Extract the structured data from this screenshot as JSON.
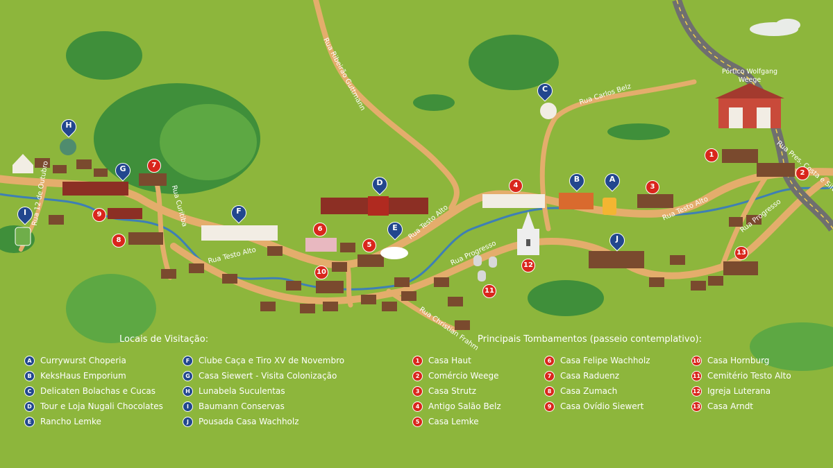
{
  "colors": {
    "grass": "#8db63c",
    "road": "#e4ad6c",
    "river": "#3e7fb5",
    "highway": "#6f6f6f",
    "hill_dark": "#3f8f3a",
    "hill_light": "#5da843",
    "pin_blue": "#22478e",
    "marker_red": "#d9261c",
    "cloud": "#e9ece8",
    "text": "#ffffff"
  },
  "map": {
    "roads": [
      "Rua Ribeirão Guttmann",
      "Rua Carlos Belz",
      "Rua Pres. Costa e Silva",
      "Rua Testo Alto",
      "Rua Testo Alto",
      "Rua Testo Alto",
      "Rua Progresso",
      "Rua Progresso",
      "Rua Curitiba",
      "Rua Christian Frahm",
      "Rua 12 de Outubro"
    ],
    "portico_label": "Pórtico Wolfgang Weege",
    "pins": [
      "A",
      "B",
      "C",
      "D",
      "E",
      "F",
      "G",
      "H",
      "I",
      "J"
    ],
    "markers": [
      "1",
      "2",
      "3",
      "4",
      "5",
      "6",
      "7",
      "8",
      "9",
      "10",
      "11",
      "12",
      "13"
    ]
  },
  "legend": {
    "visit_title": "Locais de Visitação:",
    "visit_items": [
      {
        "key": "A",
        "label": "Currywurst Choperia"
      },
      {
        "key": "B",
        "label": "KeksHaus Emporium"
      },
      {
        "key": "C",
        "label": "Delicaten Bolachas e Cucas"
      },
      {
        "key": "D",
        "label": "Tour e Loja Nugali Chocolates"
      },
      {
        "key": "E",
        "label": "Rancho Lemke"
      },
      {
        "key": "F",
        "label": "Clube Caça e Tiro XV de Novembro"
      },
      {
        "key": "G",
        "label": "Casa Siewert - Visita Colonização"
      },
      {
        "key": "H",
        "label": "Lunabela Suculentas"
      },
      {
        "key": "I",
        "label": "Baumann Conservas"
      },
      {
        "key": "J",
        "label": "Pousada Casa Wachholz"
      }
    ],
    "heritage_title": "Principais Tombamentos (passeio contemplativo):",
    "heritage_items": [
      {
        "key": "1",
        "label": "Casa Haut"
      },
      {
        "key": "2",
        "label": "Comércio Weege"
      },
      {
        "key": "3",
        "label": "Casa Strutz"
      },
      {
        "key": "4",
        "label": "Antigo Salão Belz"
      },
      {
        "key": "5",
        "label": "Casa Lemke"
      },
      {
        "key": "6",
        "label": "Casa Felipe Wachholz"
      },
      {
        "key": "7",
        "label": "Casa Raduenz"
      },
      {
        "key": "8",
        "label": "Casa Zumach"
      },
      {
        "key": "9",
        "label": "Casa Ovídio Siewert"
      },
      {
        "key": "10",
        "label": "Casa Hornburg"
      },
      {
        "key": "11",
        "label": "Cemitério Testo Alto"
      },
      {
        "key": "12",
        "label": "Igreja Luterana"
      },
      {
        "key": "13",
        "label": "Casa Arndt"
      }
    ]
  }
}
